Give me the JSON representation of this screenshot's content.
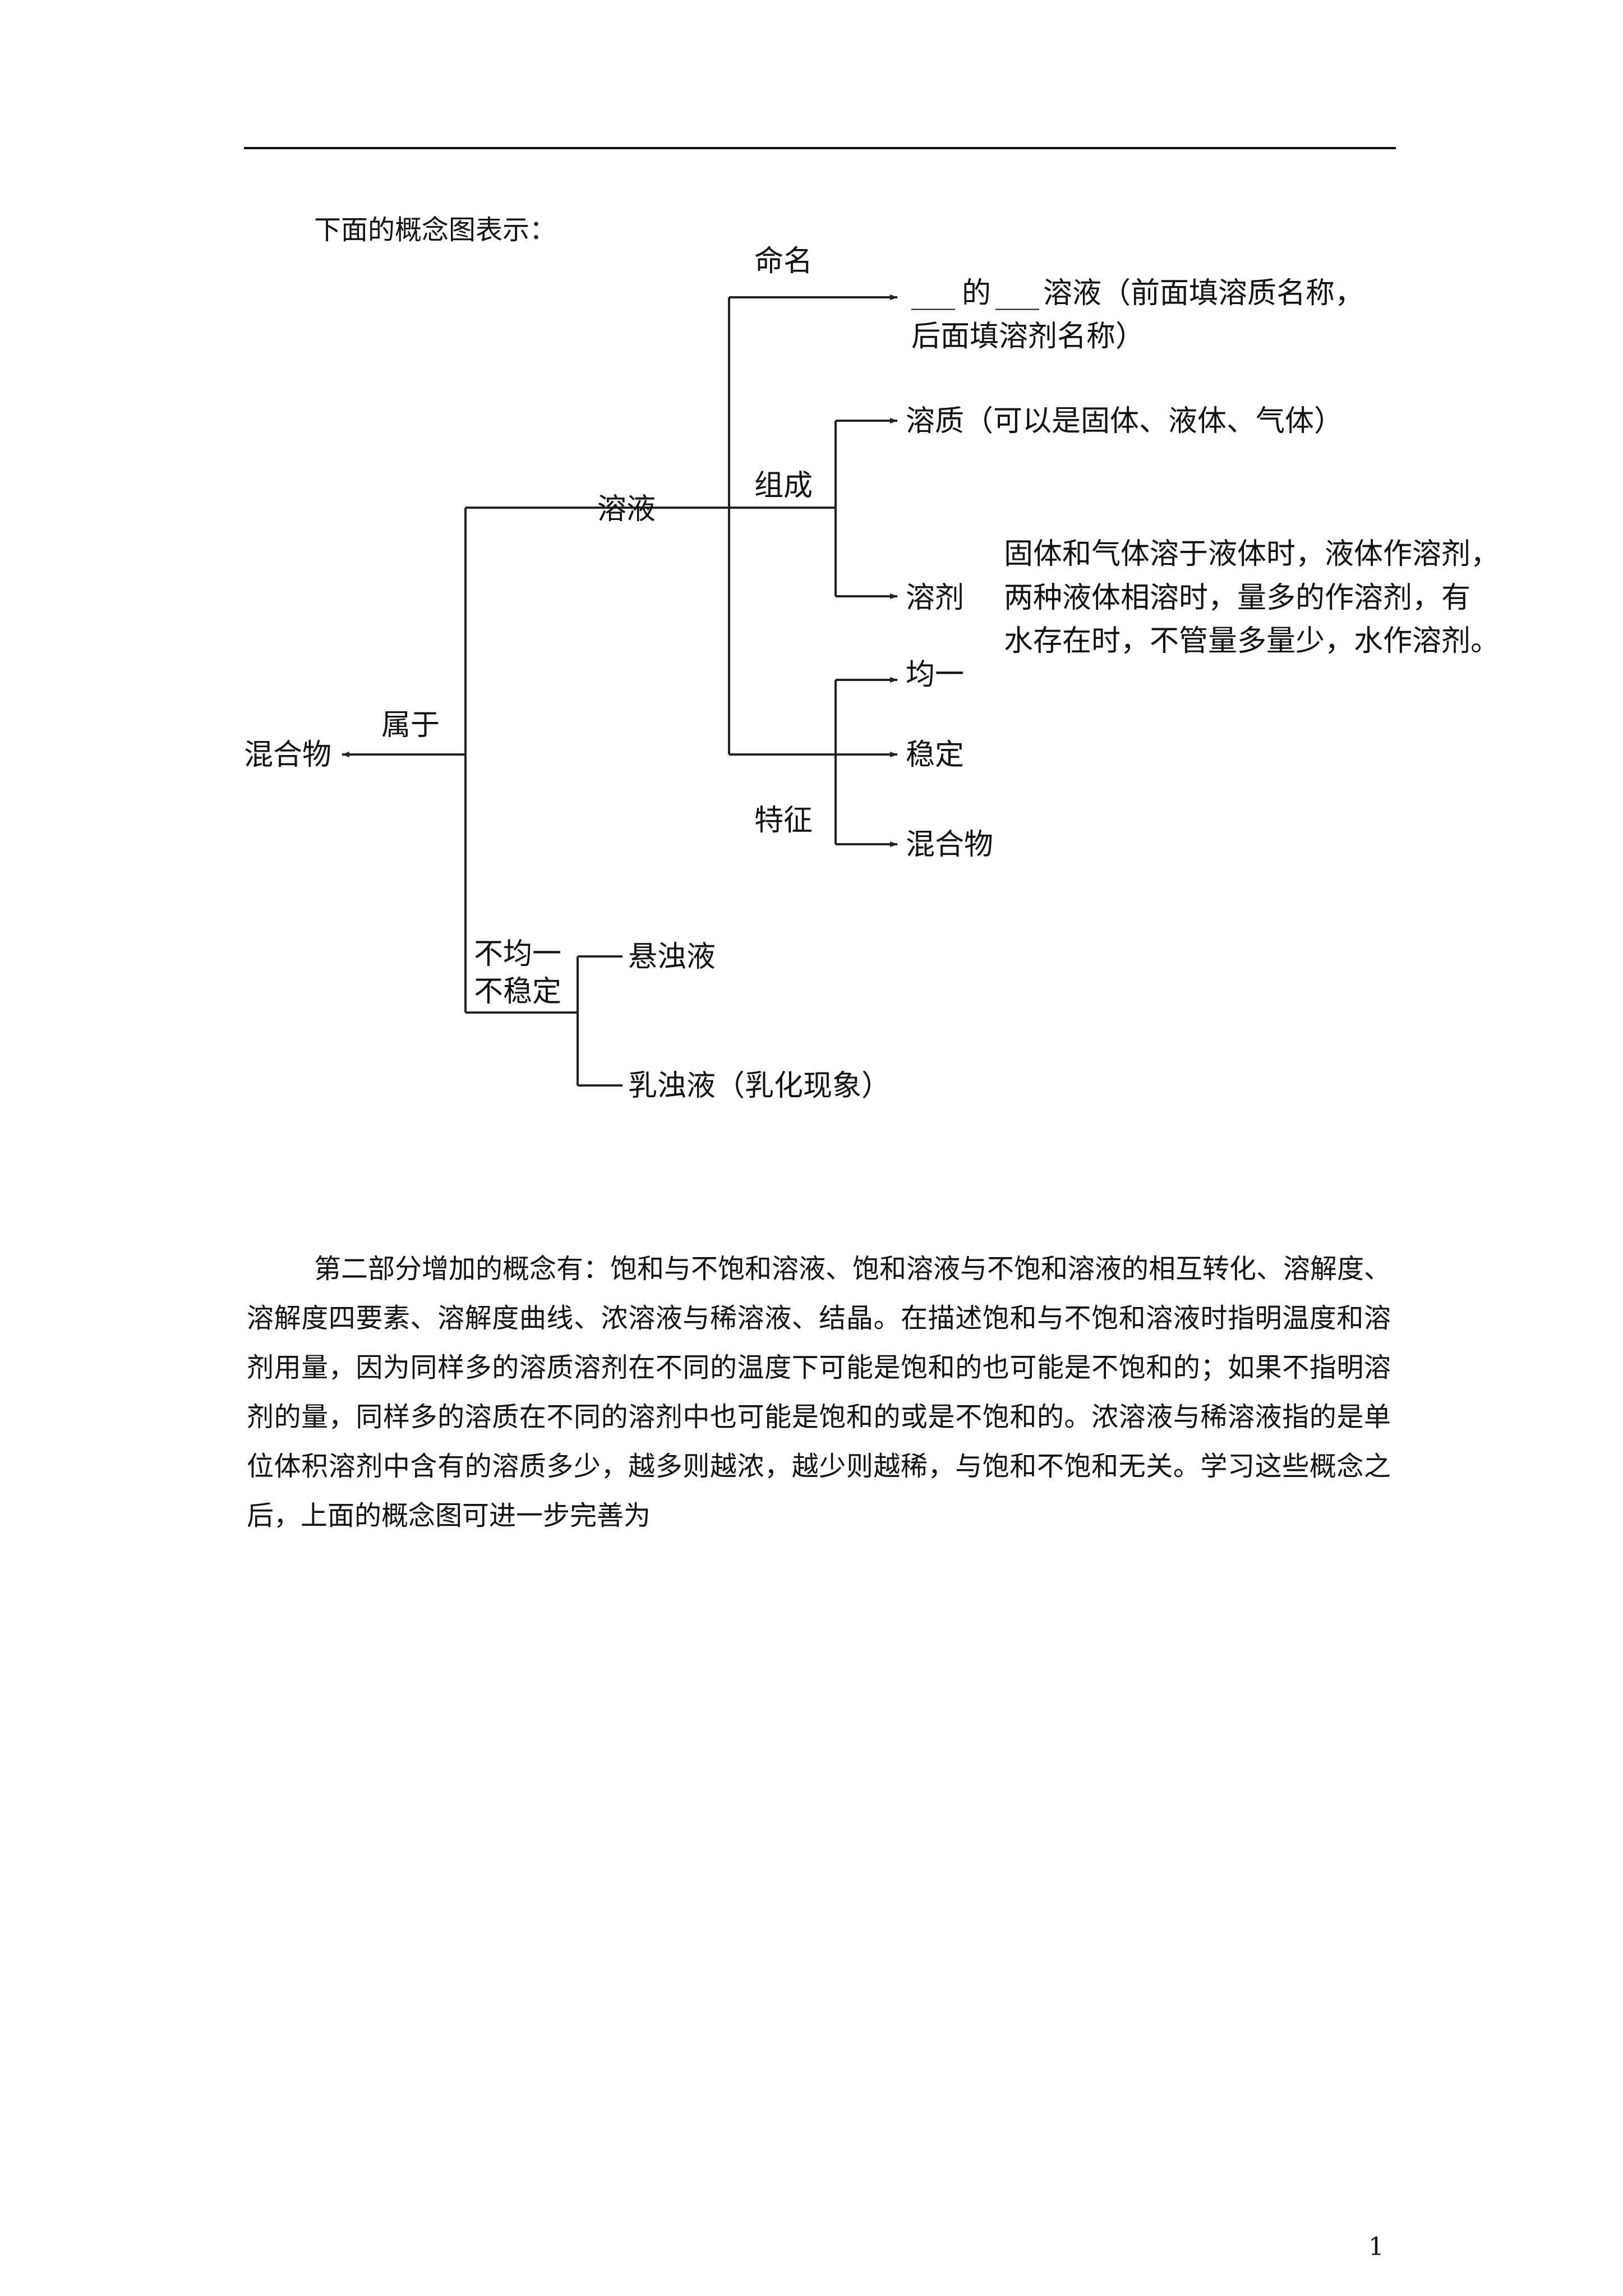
{
  "intro": "下面的概念图表示：",
  "concept_map": {
    "root": "混合物",
    "belongs": "属于",
    "solution": "溶液",
    "naming": "命名",
    "naming_blank1": "___",
    "naming_de": "的",
    "naming_blank2": "___",
    "naming_line1": "溶液（前面填溶质名称，",
    "naming_line2": "后面填溶剂名称）",
    "composition": "组成",
    "solute": "溶质（可以是固体、液体、气体）",
    "solvent": "溶剂",
    "solvent_note1": "固体和气体溶于液体时，液体作溶剂，",
    "solvent_note2": "两种液体相溶时，量多的作溶剂，有",
    "solvent_note3": "水存在时，不管量多量少，水作溶剂。",
    "feature": "特征",
    "uniform": "均一",
    "stable": "稳定",
    "mixture": "混合物",
    "nonuniform1": "不均一",
    "nonuniform2": "不稳定",
    "suspension": "悬浊液",
    "emulsion": "乳浊液（乳化现象）"
  },
  "paragraph": "第二部分增加的概念有：饱和与不饱和溶液、饱和溶液与不饱和溶液的相互转化、溶解度、溶解度四要素、溶解度曲线、浓溶液与稀溶液、结晶。在描述饱和与不饱和溶液时指明温度和溶剂用量，因为同样多的溶质溶剂在不同的温度下可能是饱和的也可能是不饱和的；如果不指明溶剂的量，同样多的溶质在不同的溶剂中也可能是饱和的或是不饱和的。浓溶液与稀溶液指的是单位体积溶剂中含有的溶质多少，越多则越浓，越少则越稀，与饱和不饱和无关。学习这些概念之后，上面的概念图可进一步完善为",
  "page_number": "1"
}
